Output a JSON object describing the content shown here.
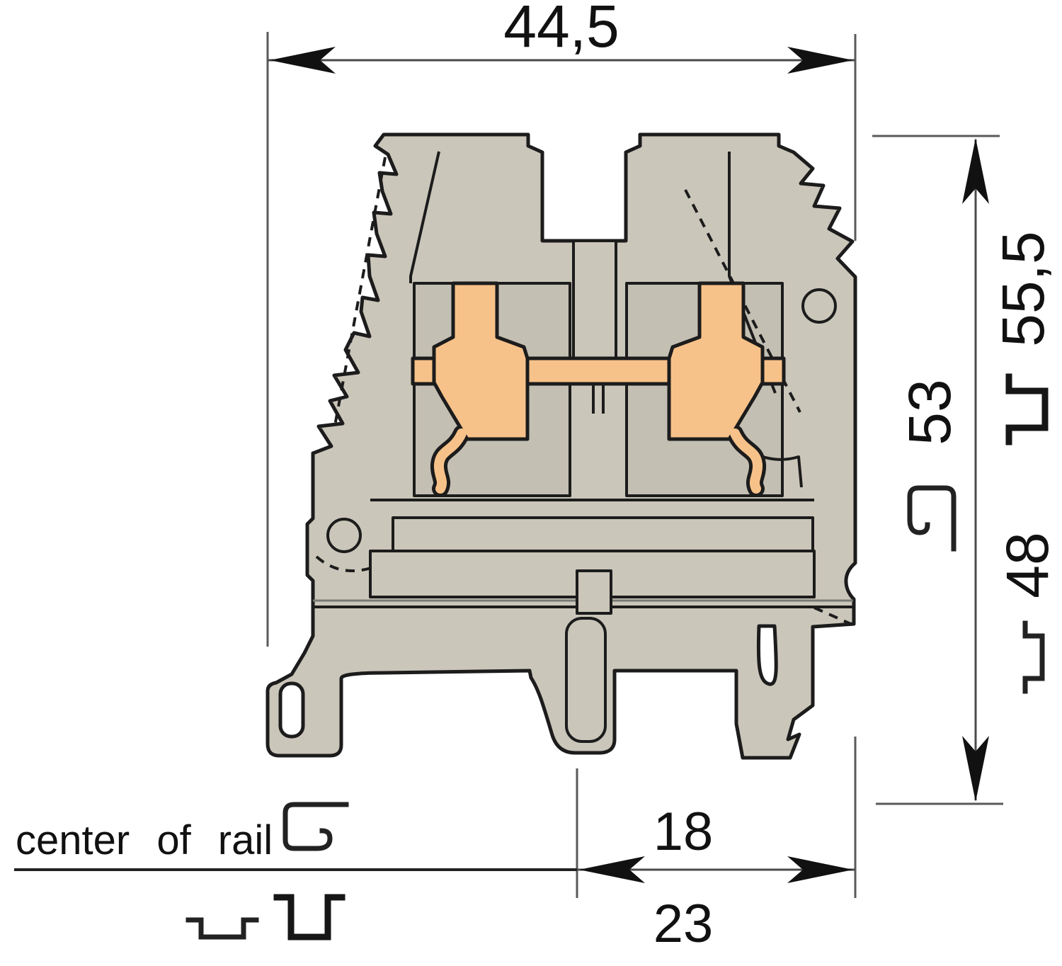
{
  "drawing": {
    "kind": "terminal-block-dimension-drawing",
    "dimensions": {
      "overall_width": "44,5",
      "height_on_th15_rail": "55,5",
      "height_on_g_rail": "53",
      "height_on_th75_rail": "48",
      "rail_center_to_edge": "18",
      "rail_center_to_edge_alt": "23"
    },
    "labels": {
      "center_of_rail": "center of rail"
    },
    "symbols": {
      "g_rail": "g-rail-profile-icon",
      "top_hat_deep": "top-hat-rail-15-icon",
      "top_hat_shallow": "top-hat-rail-7.5-icon"
    },
    "colors": {
      "housing": "#cbc6ba",
      "housing_recess": "#c4bfb3",
      "clamp_metal": "#f7c289",
      "outline": "#1c1c1c",
      "dimension_lines": "#4a4a4a"
    }
  }
}
